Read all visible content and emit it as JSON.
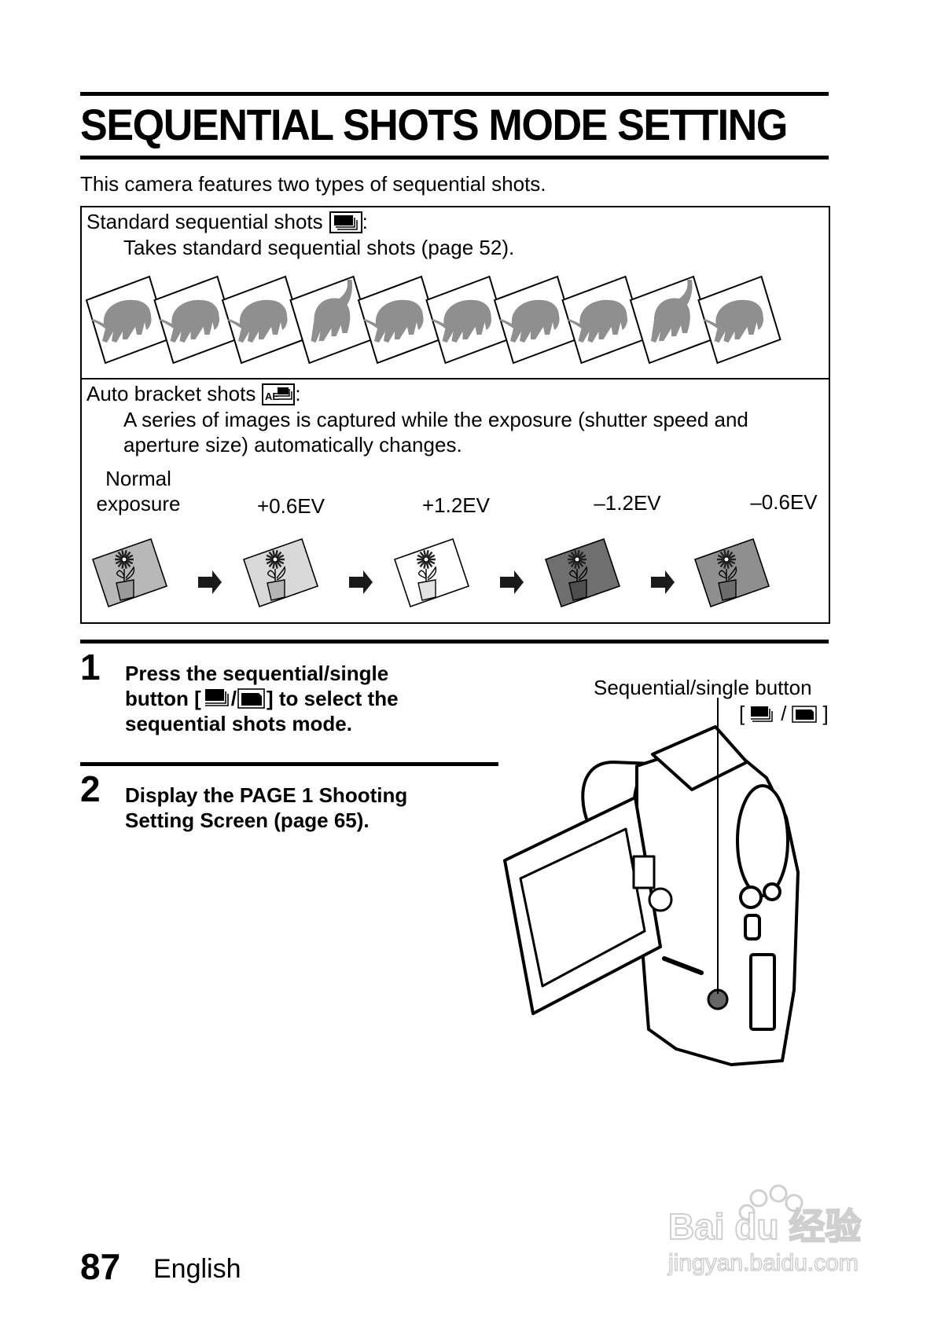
{
  "page": {
    "title": "SEQUENTIAL SHOTS MODE SETTING",
    "intro": "This camera features two types of sequential shots."
  },
  "standard": {
    "heading": "Standard sequential shots",
    "icon": "sequential-shots-icon",
    "colon": ":",
    "description": "Takes standard sequential shots (page 52).",
    "frames": [
      {
        "subject": "elephant",
        "pose": "walking"
      },
      {
        "subject": "elephant",
        "pose": "walking"
      },
      {
        "subject": "elephant",
        "pose": "walking"
      },
      {
        "subject": "elephant",
        "pose": "trunk-raised"
      },
      {
        "subject": "elephant",
        "pose": "walking"
      },
      {
        "subject": "elephant",
        "pose": "walking"
      },
      {
        "subject": "elephant",
        "pose": "walking"
      },
      {
        "subject": "elephant",
        "pose": "walking"
      },
      {
        "subject": "elephant",
        "pose": "trunk-raised"
      },
      {
        "subject": "elephant",
        "pose": "walking"
      }
    ]
  },
  "bracket": {
    "heading": "Auto bracket shots",
    "icon": "auto-bracket-icon",
    "icon_text": "AE",
    "colon": ":",
    "description_line1": "A series of images is captured while the exposure (shutter speed and",
    "description_line2": "aperture size) automatically changes.",
    "frames": [
      {
        "label_line1": "Normal",
        "label_line2": "exposure",
        "bg": "#b8b8b8",
        "pot": "#9a9a9a"
      },
      {
        "label_line1": "",
        "label_line2": "+0.6EV",
        "bg": "#d9d9d9",
        "pot": "#b4b4b4"
      },
      {
        "label_line1": "",
        "label_line2": "+1.2EV",
        "bg": "#ffffff",
        "pot": "#e2e2e2"
      },
      {
        "label_line1": "",
        "label_line2": "–1.2EV",
        "bg": "#6f6f6f",
        "pot": "#4e4e4e"
      },
      {
        "label_line1": "",
        "label_line2": "–0.6EV",
        "bg": "#8f8f8f",
        "pot": "#6c6c6c"
      }
    ]
  },
  "steps": [
    {
      "number": "1",
      "line1": "Press the sequential/single",
      "line2_pre": "button [",
      "line2_slash": "/",
      "line2_post": "] to select the",
      "line3": "sequential shots mode."
    },
    {
      "number": "2",
      "line1": "Display the PAGE 1 Shooting",
      "line2": "Setting Screen (page 65)."
    }
  ],
  "camera_callout": {
    "label": "Sequential/single button",
    "open_bracket": "[",
    "slash": "/",
    "close_bracket": "]"
  },
  "footer": {
    "page_number": "87",
    "language": "English"
  },
  "watermark": {
    "brand": "Bai du 经验",
    "url": "jingyan.baidu.com"
  }
}
